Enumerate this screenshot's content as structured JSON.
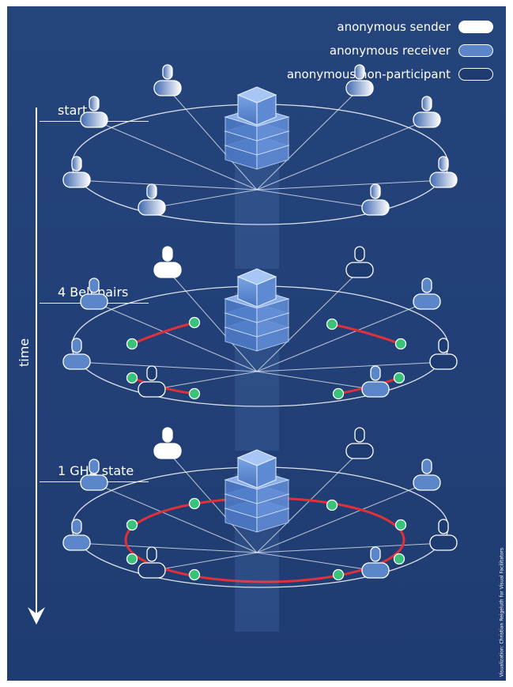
{
  "legend": {
    "sender": "anonymous sender",
    "receiver": "anonymous receiver",
    "non_participant": "anonymous non-participant"
  },
  "stages": {
    "start": "start",
    "bell": "4 Bell pairs",
    "ghz": "1 GHZ state"
  },
  "axis": {
    "time": "time"
  },
  "credit": "Visualization: Christian Reigeluth for Visual Facilitators",
  "colors": {
    "background": "#25447c",
    "receiver_fill": "#5b86c9",
    "non_participant_fill": "#1f3c72",
    "sender_fill": "#ffffff",
    "entanglement": "#e0303a",
    "qubit": "#39c37a"
  }
}
